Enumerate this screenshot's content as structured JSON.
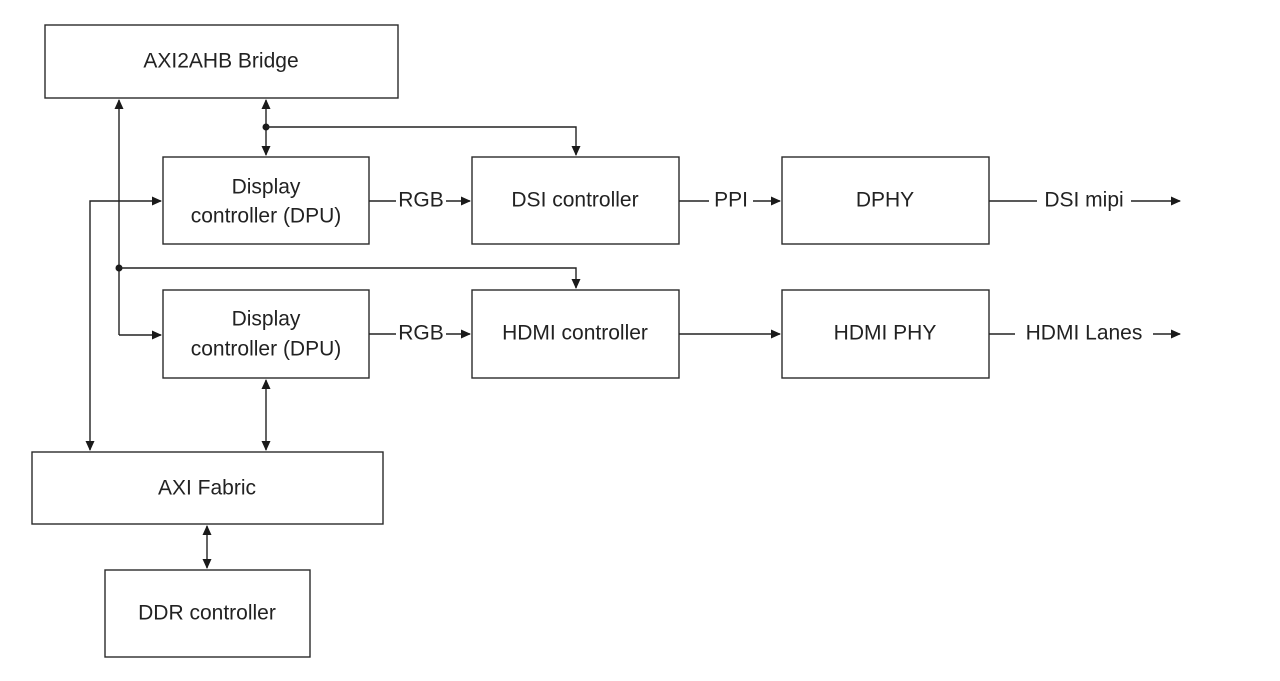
{
  "nodes": {
    "axi2ahb": "AXI2AHB Bridge",
    "dpu1": [
      "Display",
      "controller (DPU)"
    ],
    "dsi": "DSI controller",
    "dphy": "DPHY",
    "dpu2": [
      "Display",
      "controller (DPU)"
    ],
    "hdmi": "HDMI controller",
    "hdmiphy": "HDMI PHY",
    "axifabric": "AXI Fabric",
    "ddr": "DDR controller"
  },
  "edges": {
    "rgb1": "RGB",
    "ppi": "PPI",
    "dsimipi": "DSI mipi",
    "rgb2": "RGB",
    "hdmilanes": "HDMI Lanes"
  },
  "colors": {
    "stroke": "#222222",
    "background": "#ffffff"
  }
}
